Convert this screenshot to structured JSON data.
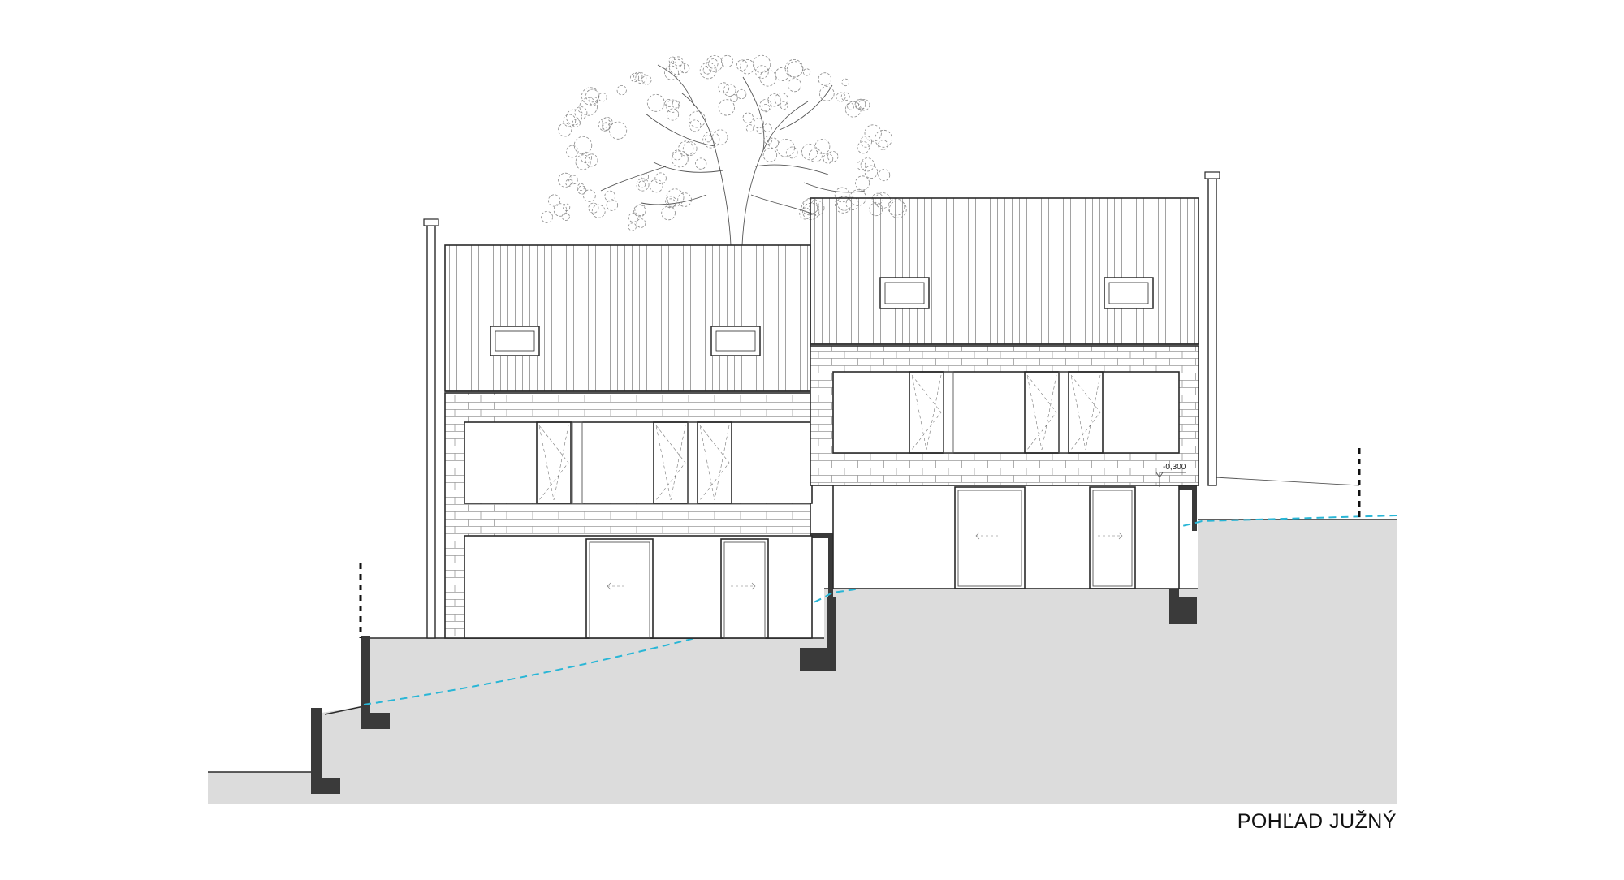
{
  "drawing": {
    "view_title": "POHĽAD JUŽNÝ",
    "level_label": "-0,300"
  },
  "colors": {
    "terrain_fill": "#dcdcdc",
    "foundation": "#3a3a3a",
    "original_terrain_line": "#29b6d6",
    "line": "#2a2a2a",
    "background": "#ffffff"
  },
  "elements": {
    "house_left": {
      "roof": "standing-seam",
      "facade": "brick",
      "skylights": 2
    },
    "house_right": {
      "roof": "standing-seam",
      "facade": "brick",
      "skylights": 2
    },
    "tree": "background-tree"
  }
}
